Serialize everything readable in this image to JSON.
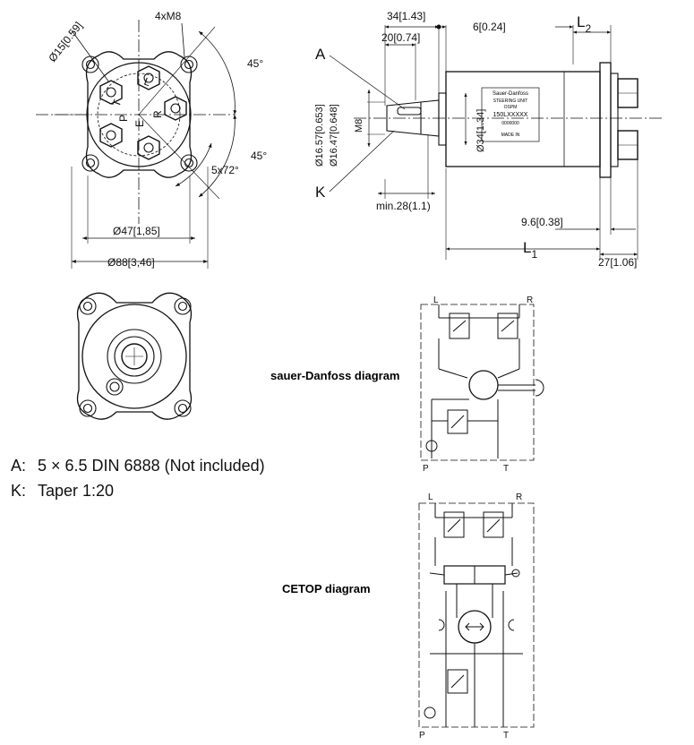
{
  "front_view": {
    "dims": {
      "bore": "Ø15[0.59]",
      "threads": "4xM8",
      "angle_top": "45°",
      "angle_bottom": "45°",
      "pattern": "5x72°",
      "d47": "Ø47[1,85]",
      "d88": "Ø88[3,46]"
    },
    "ports": {
      "L": "L",
      "T": "T",
      "R": "R",
      "P": "P",
      "E": "E"
    }
  },
  "side_view": {
    "dims": {
      "d34_143": "34[1.43]",
      "d6": "6[0.24]",
      "d20": "20[0.74]",
      "l2": "L",
      "l2_sub": "2",
      "shaft_a": "Ø16.57[0.653]",
      "shaft_b": "Ø16.47[0.648]",
      "m8": "M8",
      "d34_134": "Ø34[1.34]",
      "min28": "min.28(1.1)",
      "d96": "9.6[0.38]",
      "l1": "L",
      "l1_sub": "1",
      "d27": "27[1.06]"
    },
    "callouts": {
      "a": "A",
      "k": "K"
    },
    "nameplate": [
      "Sauer-Danfoss",
      "STEERING UNIT",
      "OSPM",
      "150LXXXXX",
      "0000000",
      "MADE IN"
    ]
  },
  "notes": [
    {
      "key": "A:",
      "text": "5 × 6.5 DIN 6888 (Not included)"
    },
    {
      "key": "K:",
      "text": "Taper 1:20"
    }
  ],
  "diagrams": [
    {
      "caption": "sauer-Danfoss diagram",
      "ports": {
        "L": "L",
        "R": "R",
        "P": "P",
        "T": "T"
      }
    },
    {
      "caption": "CETOP diagram",
      "ports": {
        "L": "L",
        "R": "R",
        "P": "P",
        "T": "T"
      }
    }
  ]
}
